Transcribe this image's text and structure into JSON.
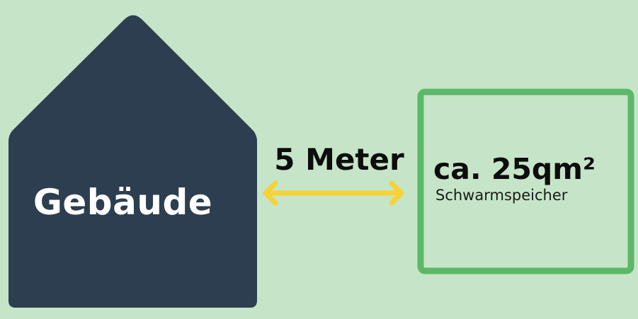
{
  "building": {
    "label": "Gebäude"
  },
  "distance": {
    "label": "5 Meter"
  },
  "storage_area": {
    "value": "ca. 25qm²",
    "caption": "Schwarmspeicher"
  },
  "colors": {
    "background": "#c6e5c8",
    "building": "#2c3e50",
    "arrow": "#f7d234",
    "area_border": "#5cb868",
    "text_dark": "#0d0d0d",
    "text_light": "#ffffff"
  }
}
